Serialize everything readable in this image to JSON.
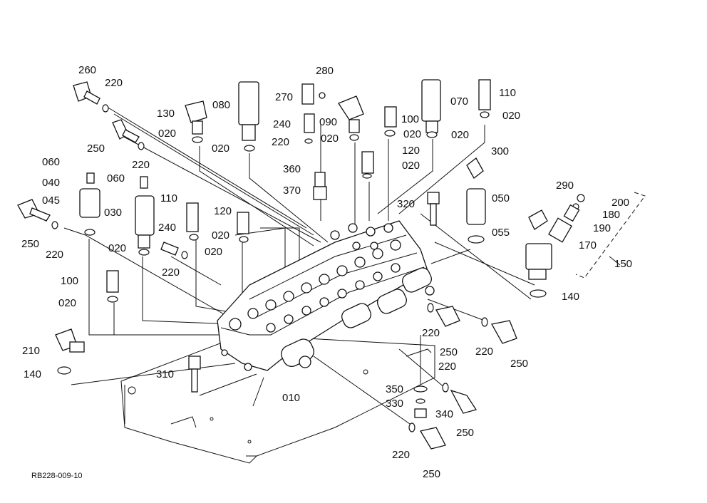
{
  "diagram": {
    "reference_code": "RB228-009-10",
    "part_labels": [
      {
        "id": "p260a",
        "text": "260"
      },
      {
        "id": "p220a",
        "text": "220"
      },
      {
        "id": "p250a",
        "text": "250"
      },
      {
        "id": "p220b",
        "text": "220"
      },
      {
        "id": "p130",
        "text": "130"
      },
      {
        "id": "p020a",
        "text": "020"
      },
      {
        "id": "p080",
        "text": "080"
      },
      {
        "id": "p020b",
        "text": "020"
      },
      {
        "id": "p280",
        "text": "280"
      },
      {
        "id": "p270",
        "text": "270"
      },
      {
        "id": "p240a",
        "text": "240"
      },
      {
        "id": "p090",
        "text": "090"
      },
      {
        "id": "p220c",
        "text": "220"
      },
      {
        "id": "p020c",
        "text": "020"
      },
      {
        "id": "p100a",
        "text": "100"
      },
      {
        "id": "p020d",
        "text": "020"
      },
      {
        "id": "p070",
        "text": "070"
      },
      {
        "id": "p020e",
        "text": "020"
      },
      {
        "id": "p110a",
        "text": "110"
      },
      {
        "id": "p020f",
        "text": "020"
      },
      {
        "id": "p120a",
        "text": "120"
      },
      {
        "id": "p020g",
        "text": "020"
      },
      {
        "id": "p300",
        "text": "300"
      },
      {
        "id": "p060a",
        "text": "060"
      },
      {
        "id": "p040",
        "text": "040"
      },
      {
        "id": "p060b",
        "text": "060"
      },
      {
        "id": "p045",
        "text": "045"
      },
      {
        "id": "p030",
        "text": "030"
      },
      {
        "id": "p250b",
        "text": "250"
      },
      {
        "id": "p220d",
        "text": "220"
      },
      {
        "id": "p360",
        "text": "360"
      },
      {
        "id": "p370",
        "text": "370"
      },
      {
        "id": "p110b",
        "text": "110"
      },
      {
        "id": "p120b",
        "text": "120"
      },
      {
        "id": "p240b",
        "text": "240"
      },
      {
        "id": "p020h",
        "text": "020"
      },
      {
        "id": "p020i",
        "text": "020"
      },
      {
        "id": "p020j",
        "text": "020"
      },
      {
        "id": "p220e",
        "text": "220"
      },
      {
        "id": "p320",
        "text": "320"
      },
      {
        "id": "p050",
        "text": "050"
      },
      {
        "id": "p055",
        "text": "055"
      },
      {
        "id": "p290",
        "text": "290"
      },
      {
        "id": "p200",
        "text": "200"
      },
      {
        "id": "p180",
        "text": "180"
      },
      {
        "id": "p190",
        "text": "190"
      },
      {
        "id": "p170",
        "text": "170"
      },
      {
        "id": "p150",
        "text": "150"
      },
      {
        "id": "p140a",
        "text": "140"
      },
      {
        "id": "p100b",
        "text": "100"
      },
      {
        "id": "p020k",
        "text": "020"
      },
      {
        "id": "p210",
        "text": "210"
      },
      {
        "id": "p140b",
        "text": "140"
      },
      {
        "id": "p310",
        "text": "310"
      },
      {
        "id": "p010",
        "text": "010"
      },
      {
        "id": "p220f",
        "text": "220"
      },
      {
        "id": "p250c",
        "text": "250"
      },
      {
        "id": "p220g",
        "text": "220"
      },
      {
        "id": "p250d",
        "text": "250"
      },
      {
        "id": "p220h",
        "text": "220"
      },
      {
        "id": "p350",
        "text": "350"
      },
      {
        "id": "p330",
        "text": "330"
      },
      {
        "id": "p340",
        "text": "340"
      },
      {
        "id": "p250e",
        "text": "250"
      },
      {
        "id": "p220i",
        "text": "220"
      },
      {
        "id": "p250f",
        "text": "250"
      }
    ]
  }
}
